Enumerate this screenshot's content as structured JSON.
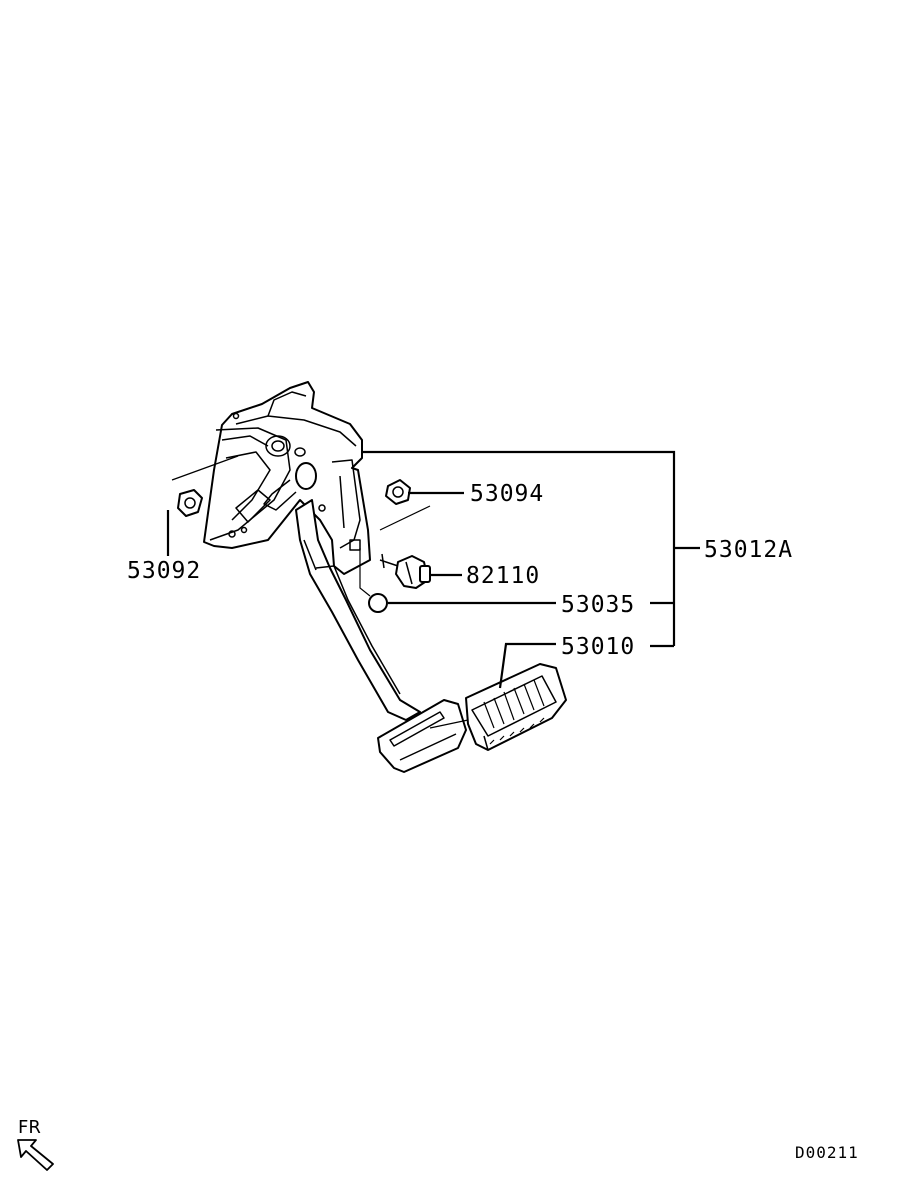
{
  "diagram": {
    "parts": [
      {
        "part_number": "53092"
      },
      {
        "part_number": "53094"
      },
      {
        "part_number": "82110"
      },
      {
        "part_number": "53035"
      },
      {
        "part_number": "53010"
      },
      {
        "part_number": "53012A"
      }
    ],
    "front_indicator": "FR",
    "drawing_code": "D00211"
  }
}
